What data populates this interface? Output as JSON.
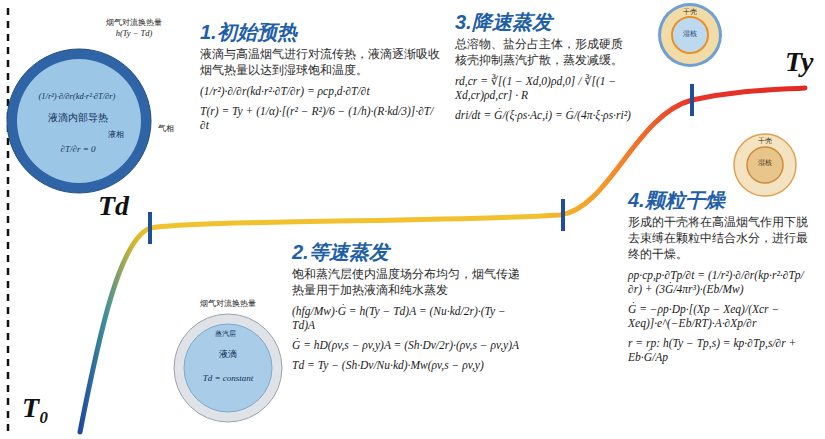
{
  "diagram": {
    "nodes": [
      {
        "text": [
          "烟气对流换热量",
          "h(Ty − Td)",
          "(1/r²)·∂/∂r(kd·r²·∂T/∂r)",
          "液滴内部导热",
          "∂T/∂r = 0",
          "液相",
          "气相"
        ]
      },
      {
        "text": [
          "烟气对流换热量",
          "蒸汽层",
          "液滴",
          "Td = constant"
        ]
      },
      {
        "text": [
          "干壳",
          "湿核"
        ]
      },
      {
        "text": [
          "干壳",
          "湿核"
        ]
      }
    ],
    "labels": [
      "T₀",
      "Td",
      "Ty",
      "1.初始预热",
      "液滴与高温烟气进行对流传热，液滴逐渐吸收烟气热量以达到湿球饱和温度。",
      "(1/r²)·∂/∂r(kd·r²·∂T/∂r) = ρcp,d·∂T/∂t",
      "T(r) = Ty + (1/α)·[(r² − R²)/6 − (1/h)·(R·kd/3)]·∂T/∂t",
      "2.等速蒸发",
      "饱和蒸汽层使内温度场分布均匀，烟气传递热量用于加热液滴和纯水蒸发",
      "(hfg/Mw)·Ġ = h(Ty − Td)A = (Nu·kd/2r)·(Ty − Td)A",
      "Ġ = hD(ρv,s − ρv,y)A = (Sh·Dv/2r)·(ρv,s − ρv,y)A",
      "Td = Ty − (Sh·Dv/Nu·kd)·Mw(ρv,s − ρv,y)",
      "3.降速蒸发",
      "总溶物、盐分占主体，形成硬质核壳抑制蒸汽扩散，蒸发减缓。",
      "rd,cr = ∛[(1 − Xd,0)ρd,0] / ∛[(1 − Xd,cr)ρd,cr] · R",
      "dri/dt = Ġ/(ξ·ρs·Ac,i) = Ġ/(4π·ξ·ρs·ri²)",
      "4.颗粒干燥",
      "形成的干壳将在高温烟气作用下脱去束缚在颗粒中结合水分，进行最终的干燥。",
      "ρp·cp,p·∂Tp/∂t = (1/r²)·∂/∂r(kp·r²·∂Tp/∂r) + (3Ġ/4πr³)·(Eb/Mw)",
      "Ġ = −ρp·Dp·[(Xp − Xeq)/(Xcr − Xeq)]·e^(−Eb/RT)·A·∂Xp/∂r",
      "r = rp: h(Ty − Tp,s) = kp·∂Tp,s/∂r + Eb·Ġ/Ap"
    ]
  }
}
